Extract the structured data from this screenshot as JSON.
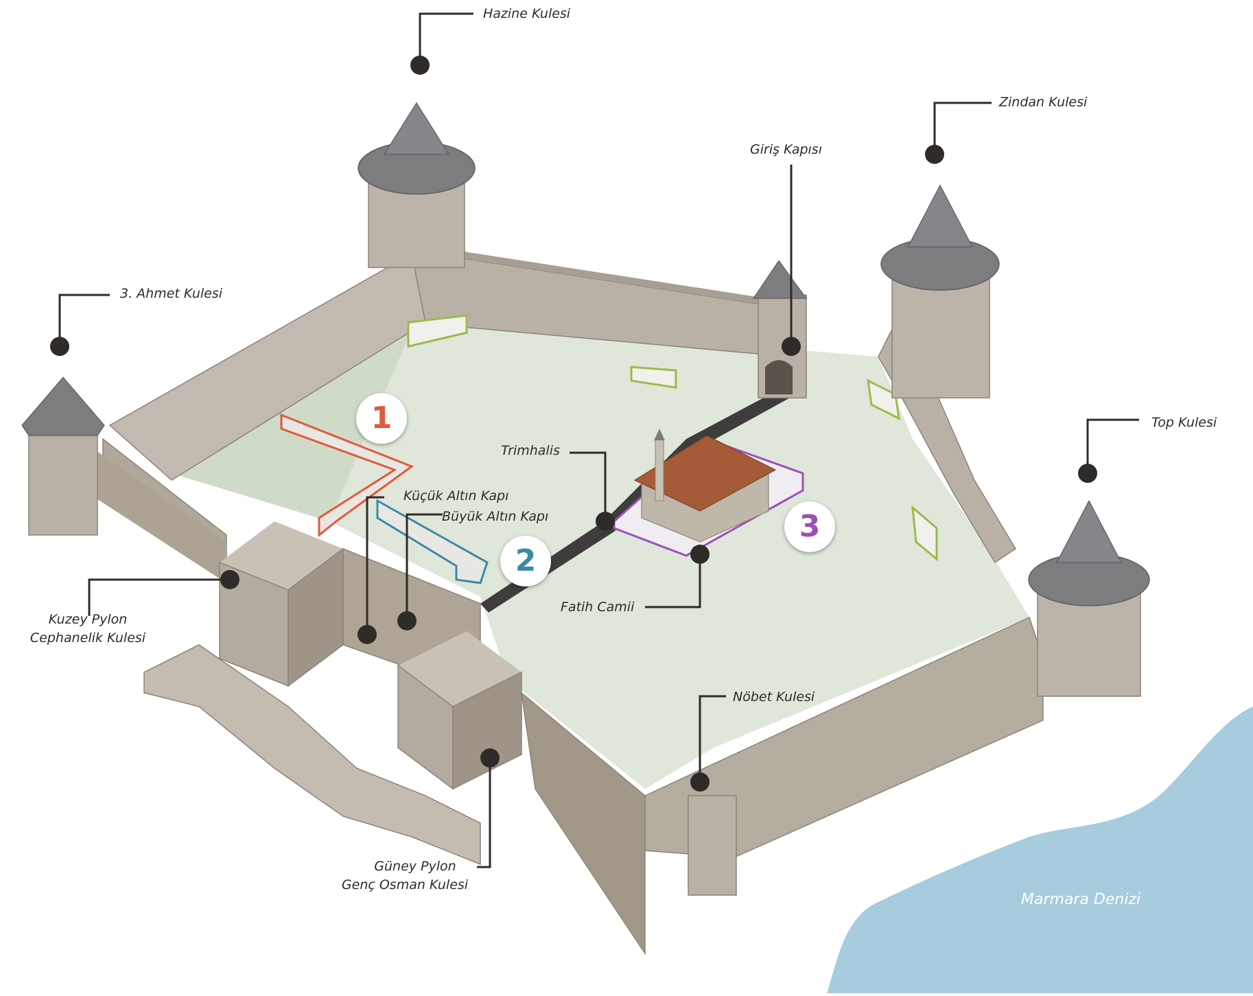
{
  "colors": {
    "courtyard": "#dfe6da",
    "wall": "#b9b1a6",
    "wall_dark": "#9a9186",
    "roof": "#7d7d80",
    "sea": "#a6ccdd",
    "marker": "#2f2b28",
    "area1": "#e05a3a",
    "area2": "#3b8aa5",
    "area3": "#9b4fb8",
    "gate_frame": "#9cbb4a",
    "mosque_roof": "#a55a38"
  },
  "labels": {
    "hazine": "Hazine Kulesi",
    "zindan": "Zindan Kulesi",
    "giris": "Giriş Kapısı",
    "ahmet": "3. Ahmet Kulesi",
    "top": "Top Kulesi",
    "trimhalis": "Trimhalis",
    "kucuk": "Küçük Altın Kapı",
    "buyuk": "Büyük Altın Kapı",
    "fatih": "Fatih Camii",
    "kuzey_1": "Kuzey Pylon",
    "kuzey_2": "Cephanelik Kulesi",
    "nobet": "Nöbet Kulesi",
    "guney_1": "Güney Pylon",
    "guney_2": "Genç Osman Kulesi",
    "sea": "Marmara Denizi"
  },
  "numbers": {
    "one": "1",
    "two": "2",
    "three": "3"
  }
}
